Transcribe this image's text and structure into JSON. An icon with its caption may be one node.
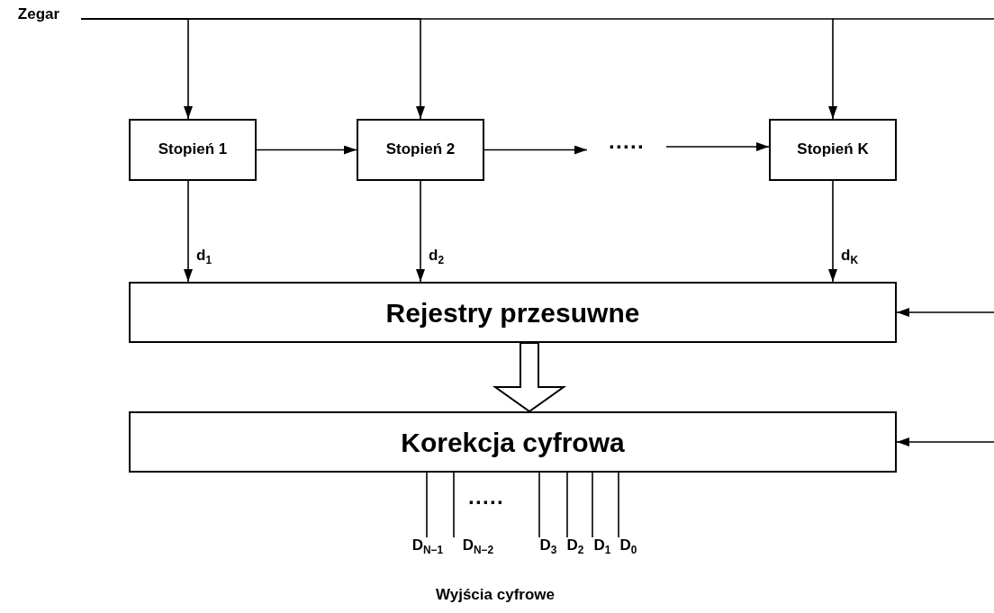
{
  "diagram": {
    "nodes": [
      {
        "text": [
          "Zegar"
        ]
      },
      {
        "text": [
          "Stopień 1"
        ]
      },
      {
        "text": [
          "Stopień 2"
        ]
      },
      {
        "text": [
          "·····"
        ]
      },
      {
        "text": [
          "Stopień K"
        ]
      },
      {
        "text": [
          "Rejestry przesuwne"
        ]
      },
      {
        "text": [
          "Korekcja cyfrowa"
        ]
      },
      {
        "text": [
          "D$_{N−1}$"
        ]
      },
      {
        "text": [
          "D$_{N−2}$"
        ]
      },
      {
        "text": [
          "D$_{3}$"
        ]
      },
      {
        "text": [
          "D$_{2}$"
        ]
      },
      {
        "text": [
          "D$_{1}$"
        ]
      },
      {
        "text": [
          "D$_{0}$"
        ]
      }
    ],
    "edges": [
      {
        "from": 0,
        "to": 1,
        "arrow": "to"
      },
      {
        "from": 0,
        "to": 2,
        "arrow": "to"
      },
      {
        "from": 0,
        "to": 4,
        "arrow": "to"
      },
      {
        "from": 1,
        "to": 2,
        "arrow": "to"
      },
      {
        "from": 2,
        "to": 3,
        "arrow": "to"
      },
      {
        "from": 3,
        "to": 4,
        "arrow": "to"
      },
      {
        "from": 1,
        "to": 5,
        "arrow": "to",
        "label": "d$_{1}$"
      },
      {
        "from": 2,
        "to": 5,
        "arrow": "to",
        "label": "d$_{2}$"
      },
      {
        "from": 4,
        "to": 5,
        "arrow": "to",
        "label": "d$_{K}$"
      },
      {
        "from": null,
        "to": 5,
        "arrow": "to"
      },
      {
        "from": null,
        "to": 6,
        "arrow": "to"
      },
      {
        "from": 5,
        "to": 6,
        "arrow": "to",
        "style": "thick"
      },
      {
        "from": 6,
        "to": 7,
        "arrow": "none"
      },
      {
        "from": 6,
        "to": 8,
        "arrow": "none"
      },
      {
        "from": 6,
        "to": 9,
        "arrow": "none"
      },
      {
        "from": 6,
        "to": 10,
        "arrow": "none"
      },
      {
        "from": 6,
        "to": 11,
        "arrow": "none"
      },
      {
        "from": 6,
        "to": 12,
        "arrow": "none"
      }
    ],
    "labels": [
      "·····",
      "Wyjścia cyfrowe"
    ]
  }
}
